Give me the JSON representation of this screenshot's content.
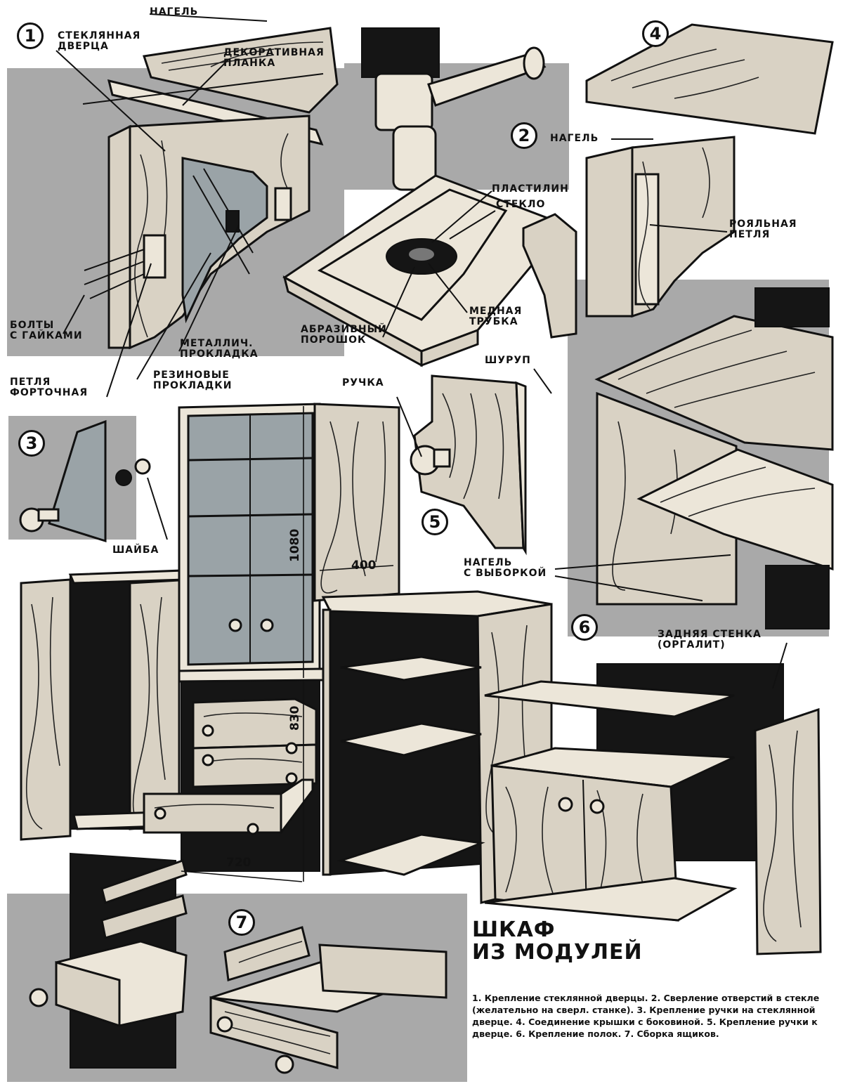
{
  "title": "ШКАФ\nИЗ МОДУЛЕЙ",
  "caption": "1. Крепление стеклянной дверцы. 2. Сверление отверстий в стекле (желательно на сверл. станке). 3. Крепление ручки на стеклянной дверце. 4. Соединение крышки с боковиной. 5. Крепление ручки к дверце. 6. Крепление полок. 7. Сборка ящиков.",
  "figure_numbers": [
    "1",
    "2",
    "3",
    "4",
    "5",
    "6",
    "7"
  ],
  "labels": {
    "nagel_1": "НАГЕЛЬ",
    "glass_door": "СТЕКЛЯННАЯ\nДВЕРЦА",
    "decor_strip": "ДЕКОРАТИВНАЯ\nПЛАНКА",
    "bolts": "БОЛТЫ\nС ГАЙКАМИ",
    "metal_pad": "МЕТАЛЛИЧ.\nПРОКЛАДКА",
    "rubber_pads": "РЕЗИНОВЫЕ\nПРОКЛАДКИ",
    "window_hinge": "ПЕТЛЯ\nФОРТОЧНАЯ",
    "plasticine": "ПЛАСТИЛИН",
    "glass": "СТЕКЛО",
    "copper_tube": "МЕДНАЯ\nТРУБКА",
    "abrasive": "АБРАЗИВНЫЙ\nПОРОШОК",
    "nagel_4": "НАГЕЛЬ",
    "piano_hinge": "РОЯЛЬНАЯ\nПЕТЛЯ",
    "screw": "ШУРУП",
    "handle": "РУЧКА",
    "washer": "ШАЙБА",
    "nagel_groove": "НАГЕЛЬ\nС ВЫБОРКОЙ",
    "back_wall": "ЗАДНЯЯ СТЕНКА\n(ОРГАЛИТ)"
  },
  "dimensions": {
    "upper_height": "1080",
    "depth": "400",
    "lower_height": "830",
    "width": "720"
  }
}
